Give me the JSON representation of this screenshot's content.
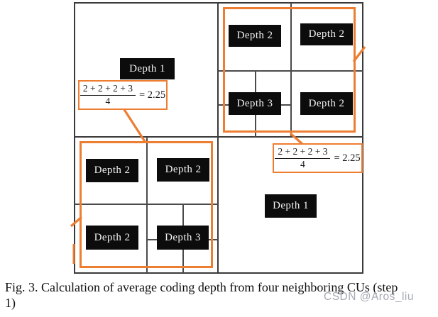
{
  "colors": {
    "accent_orange": "#ED7D31",
    "cu_black": "#0c0c0c",
    "grid": "#3a3a3a"
  },
  "diagram": {
    "top_left_cu": {
      "label": "Depth 1"
    },
    "top_right_cu": {
      "labels": [
        "Depth 2",
        "Depth 2",
        "Depth 3",
        "Depth 2"
      ]
    },
    "bottom_left_cu": {
      "labels": [
        "Depth 2",
        "Depth 2",
        "Depth 2",
        "Depth 3"
      ]
    },
    "bottom_right_cu": {
      "label": "Depth 1"
    },
    "formula_top_left": {
      "numerator": "2 + 2 + 2 + 3",
      "denominator": "4",
      "result": "= 2.25"
    },
    "formula_bottom_right": {
      "numerator": "2 + 2 + 2 + 3",
      "denominator": "4",
      "result": "= 2.25"
    }
  },
  "caption": "Fig. 3. Calculation of average coding depth from four neighboring CUs (step\n1)",
  "watermark": "CSDN @Aros_liu"
}
